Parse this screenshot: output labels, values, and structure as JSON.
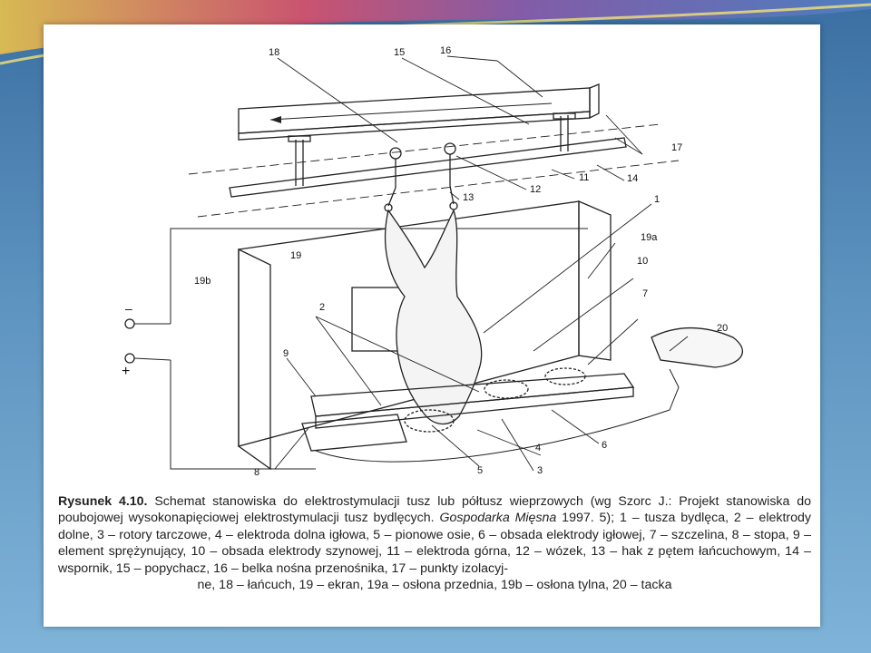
{
  "labels": {
    "l18": "18",
    "l15": "15",
    "l16": "16",
    "l17": "17",
    "l14": "14",
    "l11": "11",
    "l12": "12",
    "l13": "13",
    "l1": "1",
    "l19a": "19a",
    "l10": "10",
    "l7": "7",
    "l20": "20",
    "l19": "19",
    "l19b": "19b",
    "l2": "2",
    "l9": "9",
    "l8": "8",
    "l4": "4",
    "l5": "5",
    "l3": "3",
    "l6": "6",
    "minus": "–",
    "plus": "+"
  },
  "caption": {
    "fig_label": "Rysunek 4.10.",
    "part1": " Schemat stanowiska do elektrostymulacji tusz lub półtusz wieprzowych (wg Szorc J.: Projekt stanowiska do poubojowej wysokonapięciowej elektrostymulacji tusz bydlęcych. ",
    "journal": "Gospodarka Mięsna",
    "part2": " 1997. 5); ",
    "legend": "1 – tusza bydlęca, 2 – elektrody dolne, 3 – rotory tarczowe, 4 – elektroda dolna igłowa, 5 – pionowe osie, 6 – obsada elektrody igłowej, 7 – szczelina, 8 – stopa, 9 – element sprężynujący, 10 – obsada elektrody szynowej, 11 – elektroda górna, 12 – wózek, 13 – hak z pętem łańcuchowym, 14 – wspornik, 15 – popychacz, 16 – belka nośna przenośnika, 17 – punkty izolacyj-",
    "last_line": "ne, 18 – łańcuch, 19 – ekran, 19a – osłona przednia, 19b – osłona tylna, 20 – tacka"
  }
}
